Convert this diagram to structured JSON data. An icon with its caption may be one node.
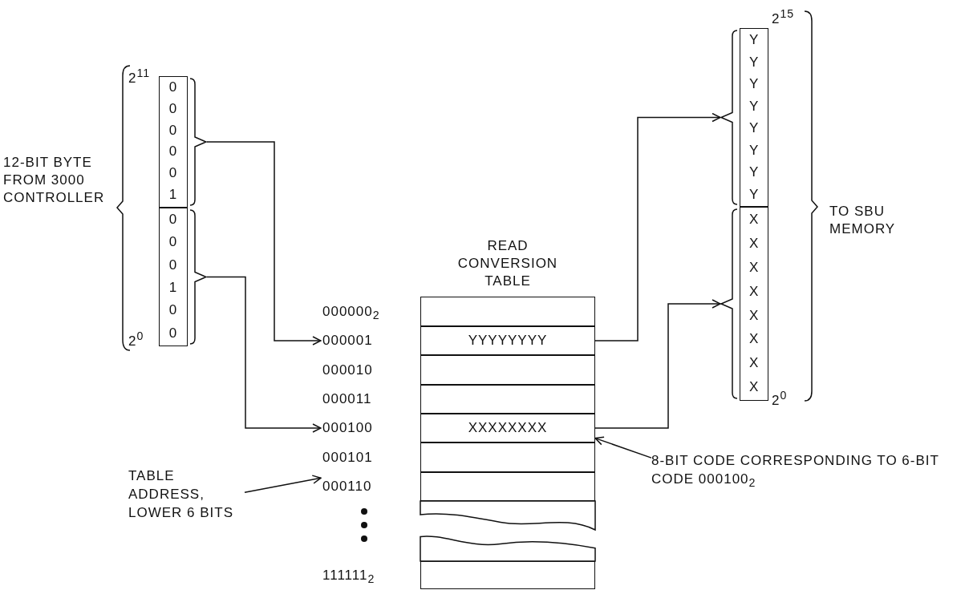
{
  "diagram": {
    "nodes": [
      {
        "text": [
          "000001"
        ]
      },
      {
        "text": [
          "000100"
        ]
      },
      {
        "text": [],
        "shape": "box",
        "beside": [
          "000000$_{2}$"
        ]
      },
      {
        "text": [
          "YYYYYYYY"
        ],
        "beside": [
          "000001"
        ]
      },
      {
        "text": [],
        "shape": "box",
        "beside": [
          "000010"
        ]
      },
      {
        "text": [],
        "shape": "box",
        "beside": [
          "000011"
        ]
      },
      {
        "text": [
          "XXXXXXXX"
        ],
        "beside": [
          "000100"
        ]
      },
      {
        "text": [],
        "shape": "box",
        "beside": [
          "000101"
        ]
      },
      {
        "text": [],
        "shape": "box",
        "beside": [
          "000110"
        ]
      },
      {
        "text": [],
        "shape": "box"
      },
      {
        "text": [],
        "shape": "box"
      },
      {
        "text": [],
        "shape": "box",
        "beside": [
          "111111$_{2}$"
        ]
      },
      {
        "text": [
          "YYYYYYYY"
        ]
      },
      {
        "text": [
          "XXXXXXXX"
        ]
      },
      {
        "text": [
          "TABLE ADDRESS, LOWER 6 BITS"
        ]
      },
      {
        "text": [
          "8-BIT CODE CORRESPONDING TO 6-BIT CODE 000100$_{2}$"
        ]
      }
    ],
    "edges": [
      {
        "from": 0,
        "to": 3,
        "arrow": "to"
      },
      {
        "from": 1,
        "to": 6,
        "arrow": "to"
      },
      {
        "from": 3,
        "to": 12,
        "arrow": "to"
      },
      {
        "from": 6,
        "to": 13,
        "arrow": "to"
      },
      {
        "from": 14,
        "to": 8,
        "arrow": "to"
      },
      {
        "from": 15,
        "to": 6,
        "arrow": "to"
      }
    ],
    "labels": [
      "2$^{15}$",
      "2$^{11}$",
      "12-BIT BYTE FROM 3000 CONTROLLER",
      "TO SBU MEMORY",
      "READ CONVERSION TABLE",
      "2$^{0}$",
      "2$^{0}$"
    ]
  }
}
